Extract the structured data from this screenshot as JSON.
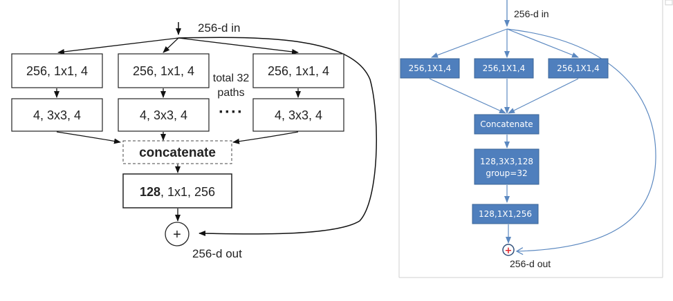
{
  "left_diagram": {
    "input_label": "256-d in",
    "output_label": "256-d out",
    "path_boxes": [
      "256, 1x1, 4",
      "256, 1x1, 4",
      "256, 1x1, 4"
    ],
    "group_boxes": [
      "4, 3x3, 4",
      "4, 3x3, 4",
      "4, 3x3, 4"
    ],
    "paths_note_line1": "total 32",
    "paths_note_line2": "paths",
    "ellipsis": "····",
    "concat_label": "concatenate",
    "final_bold": "128",
    "final_rest": ", 1x1, 256",
    "sum_symbol": "+"
  },
  "right_diagram": {
    "input_label": "256-d in",
    "output_label": "256-d out",
    "path_boxes": [
      "256,1X1,4",
      "256,1X1,4",
      "256,1X1,4"
    ],
    "concat_label": "Concatenate",
    "group_line1": "128,3X3,128",
    "group_line2": "group=32",
    "final_label": "128,1X1,256",
    "sum_symbol": "+",
    "colors": {
      "box_fill": "#4f7fbd",
      "box_stroke": "#3b6596",
      "line": "#5b88c0",
      "plus": "#e0262e"
    }
  }
}
